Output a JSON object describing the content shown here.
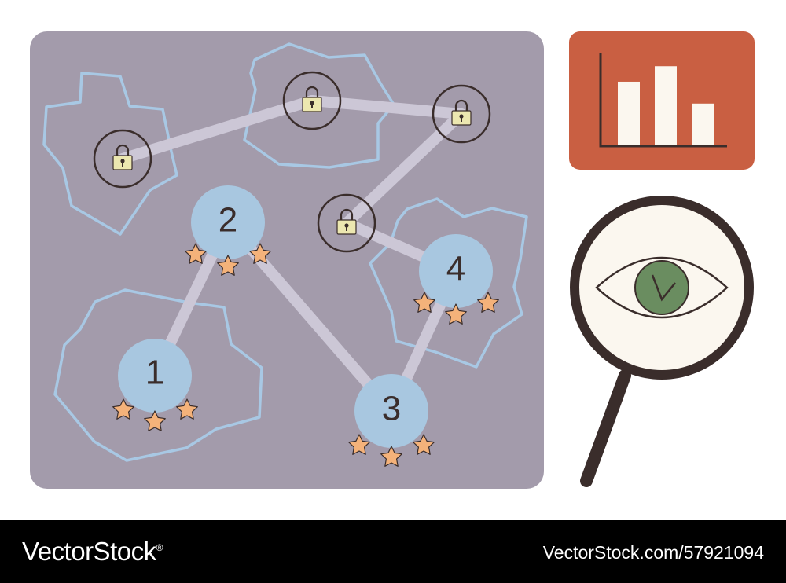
{
  "map": {
    "colors": {
      "board": "#a39bab",
      "region_outline": "#a8c8e4",
      "path": "#ccc7d6",
      "level_node": "#a8c7e0",
      "lock_ring": "#3a2d2b",
      "lock_body": "#ece7b0",
      "star": "#f4b27a"
    },
    "levels": [
      {
        "number": "1",
        "status": "unlocked",
        "stars": 3
      },
      {
        "number": "2",
        "status": "unlocked",
        "stars": 3
      },
      {
        "number": "3",
        "status": "unlocked",
        "stars": 3
      },
      {
        "number": "4",
        "status": "unlocked",
        "stars": 3
      }
    ],
    "locked_levels": [
      {
        "icon": "lock-icon",
        "status": "locked"
      },
      {
        "icon": "lock-icon",
        "status": "locked"
      },
      {
        "icon": "lock-icon",
        "status": "locked"
      },
      {
        "icon": "lock-icon",
        "status": "locked"
      }
    ]
  },
  "stats_card": {
    "icon": "bar-chart-icon",
    "color": "#c95f42",
    "bars": [
      0.69,
      0.86,
      0.45
    ]
  },
  "magnifier": {
    "icon": "magnifier-eye-icon",
    "iris_color": "#6a8d60",
    "frame_color": "#3a2d2b"
  },
  "footer": {
    "brand": "VectorStock",
    "registered": "®",
    "url": "VectorStock.com/57921094"
  }
}
